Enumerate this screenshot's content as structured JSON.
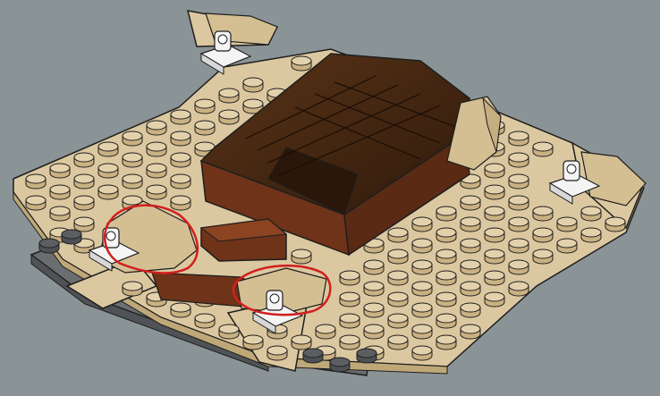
{
  "image": {
    "kind": "LEGO building instruction illustration",
    "background_color": "#8a9396",
    "colors": {
      "tan_plate": "#dcc8a0",
      "tan_stud_side": "#c9b183",
      "tan_stud_top": "#e3d1ac",
      "dark_gray_plate": "#6b6e70",
      "dark_gray_stud": "#4e5153",
      "reddish_brown": "#6e3318",
      "dark_brown": "#3b210f",
      "white_part": "#f4f4f4",
      "callout_red": "#d21f1f"
    },
    "callouts": [
      {
        "name": "left-clip-callout"
      },
      {
        "name": "right-clip-callout"
      }
    ],
    "icons": [
      "clip-brick-icon",
      "clip-brick-icon",
      "clip-brick-icon",
      "clip-brick-icon"
    ]
  }
}
